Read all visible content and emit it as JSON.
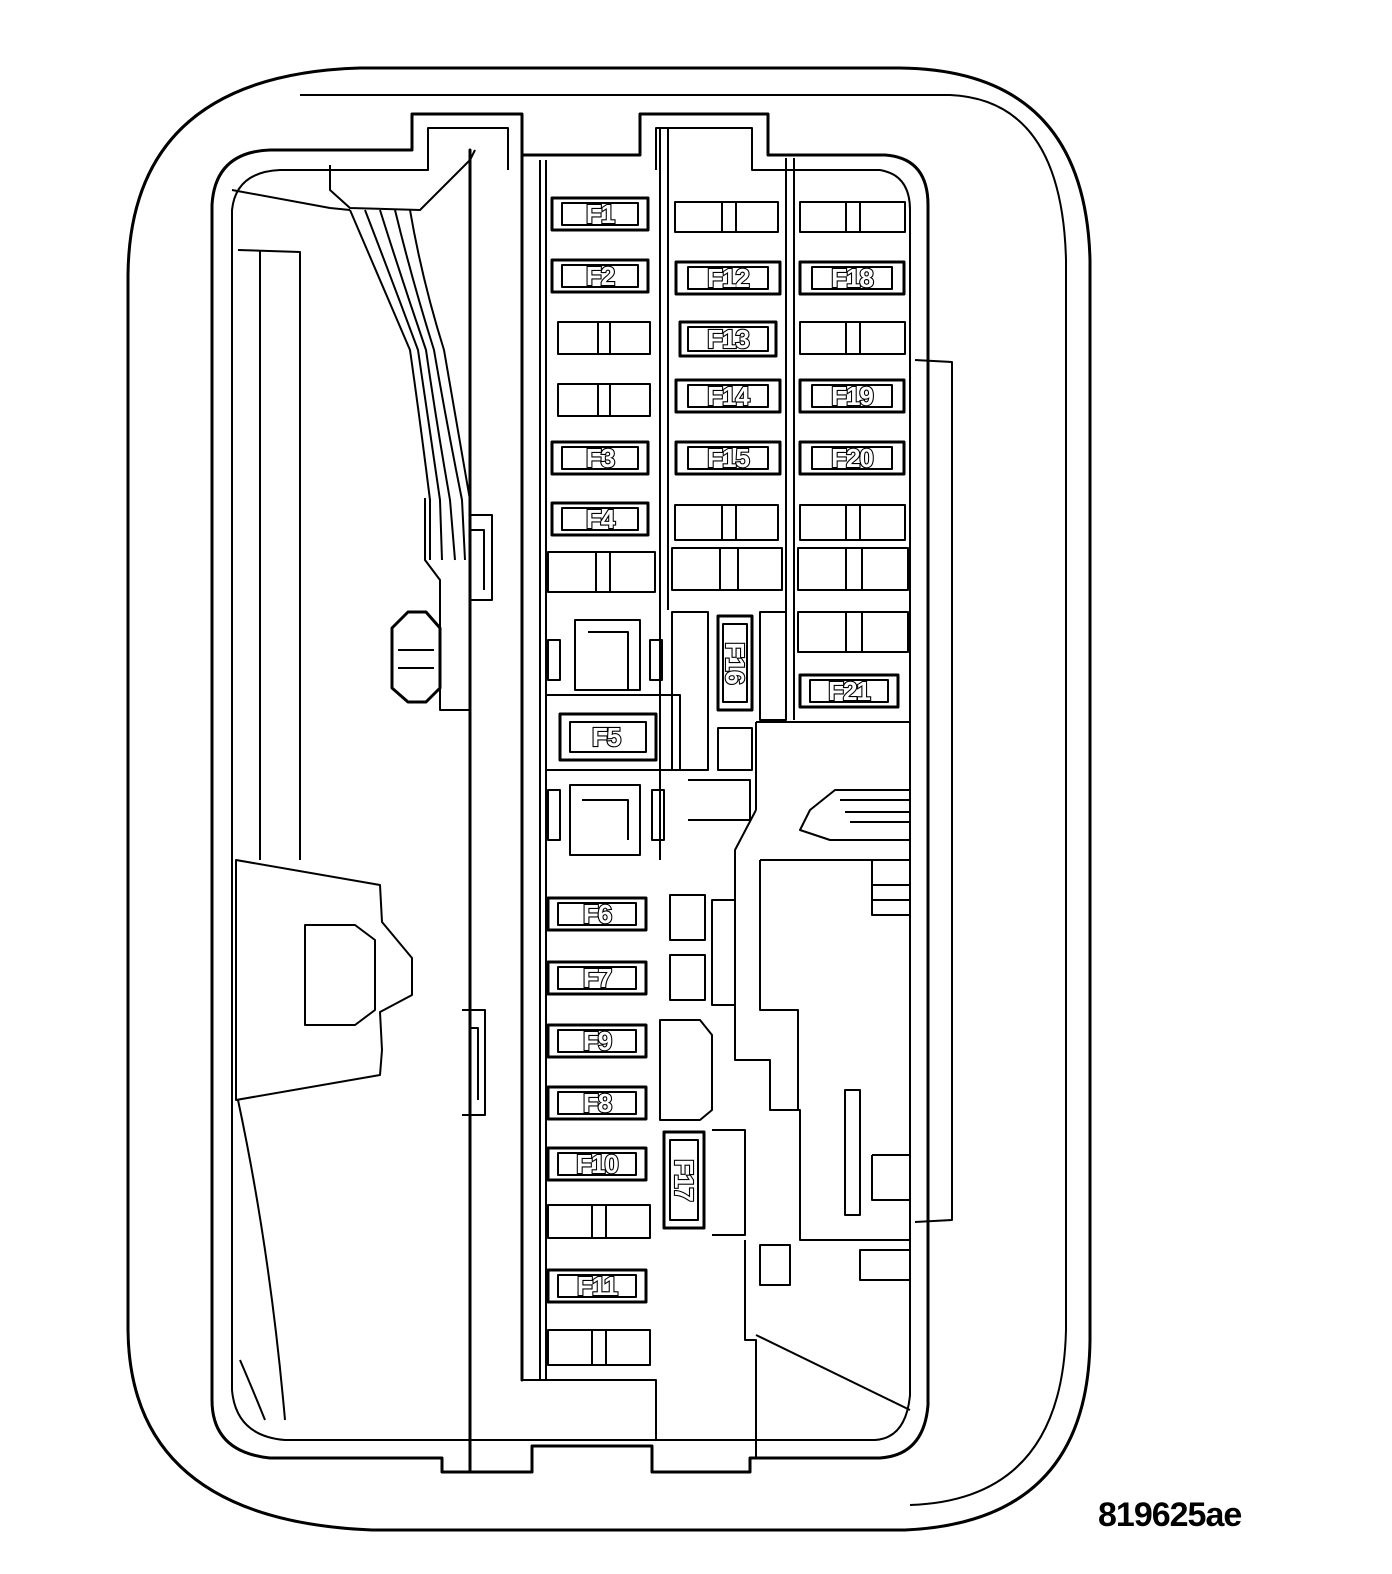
{
  "figure_id": "819625ae",
  "fuses": [
    {
      "id": "f1",
      "label": "F1"
    },
    {
      "id": "f2",
      "label": "F2"
    },
    {
      "id": "f3",
      "label": "F3"
    },
    {
      "id": "f4",
      "label": "F4"
    },
    {
      "id": "f5",
      "label": "F5"
    },
    {
      "id": "f6",
      "label": "F6"
    },
    {
      "id": "f7",
      "label": "F7"
    },
    {
      "id": "f8",
      "label": "F8"
    },
    {
      "id": "f9",
      "label": "F9"
    },
    {
      "id": "f10",
      "label": "F10"
    },
    {
      "id": "f11",
      "label": "F11"
    },
    {
      "id": "f12",
      "label": "F12"
    },
    {
      "id": "f13",
      "label": "F13"
    },
    {
      "id": "f14",
      "label": "F14"
    },
    {
      "id": "f15",
      "label": "F15"
    },
    {
      "id": "f16",
      "label": "F16"
    },
    {
      "id": "f17",
      "label": "F17"
    },
    {
      "id": "f18",
      "label": "F18"
    },
    {
      "id": "f19",
      "label": "F19"
    },
    {
      "id": "f20",
      "label": "F20"
    },
    {
      "id": "f21",
      "label": "F21"
    }
  ]
}
